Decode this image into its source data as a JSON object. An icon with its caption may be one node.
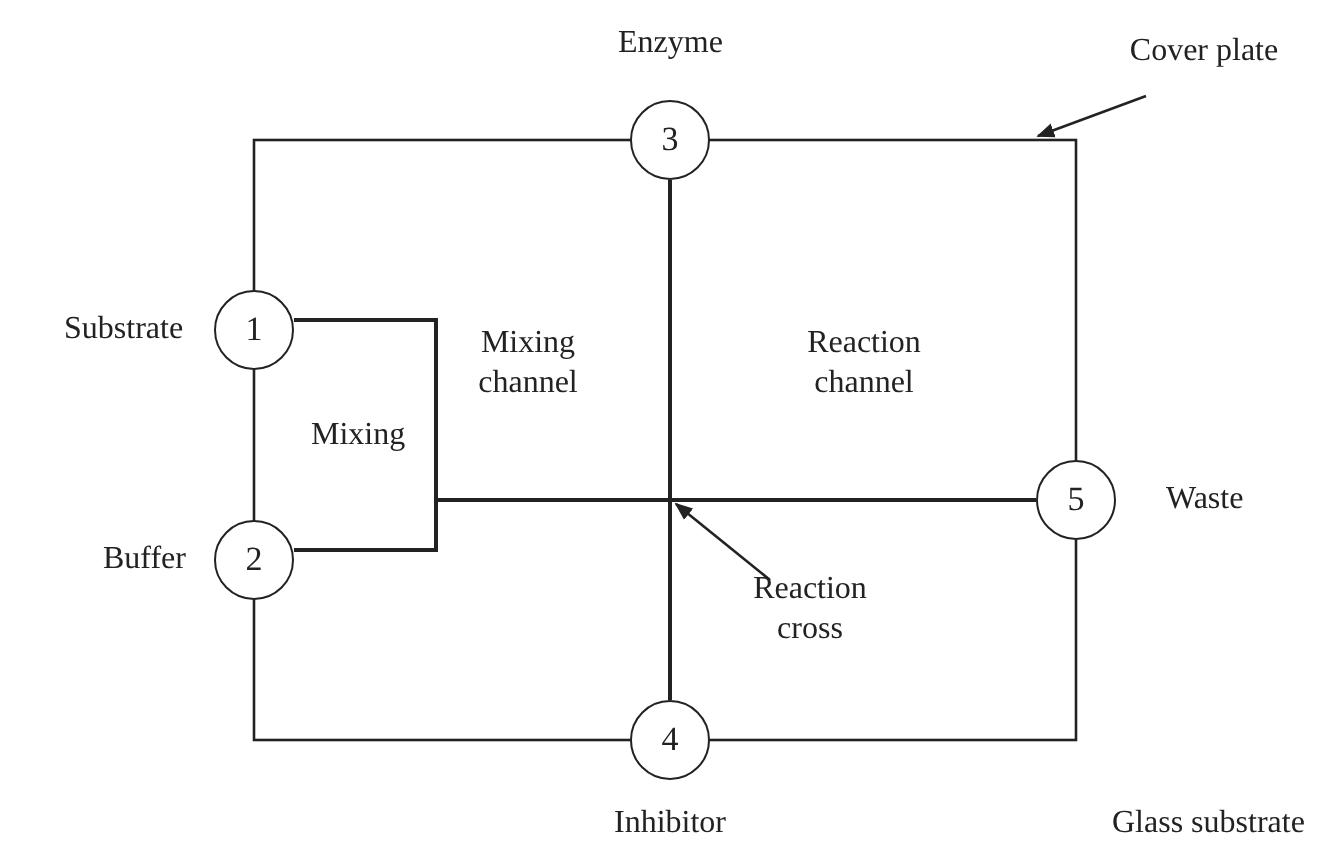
{
  "diagram": {
    "nodes": [
      {
        "text": [
          "3"
        ],
        "beside": [
          "Enzyme"
        ]
      },
      {
        "text": [
          "Cover plate"
        ]
      },
      {
        "text": [
          "1"
        ],
        "beside": [
          "Substrate"
        ]
      },
      {
        "text": [
          "5"
        ],
        "beside": [
          "Waste"
        ]
      },
      {
        "text": [
          "2"
        ],
        "beside": [
          "Buffer"
        ]
      },
      {
        "text": [
          "Reaction cross"
        ]
      },
      {
        "text": [
          "4"
        ],
        "beside": [
          "Inhibitor"
        ]
      }
    ],
    "edges": [
      {
        "from": 1,
        "to": null,
        "arrow": "to"
      },
      {
        "from": 5,
        "to": null,
        "arrow": "to"
      },
      {
        "from": 2,
        "to": 3,
        "arrow": "none"
      },
      {
        "from": 4,
        "to": 3,
        "arrow": "none"
      },
      {
        "from": 0,
        "to": 6,
        "arrow": "none"
      }
    ],
    "labels": [
      "Mixing channel",
      "Reaction channel",
      "Mixing",
      "Glass substrate"
    ]
  }
}
